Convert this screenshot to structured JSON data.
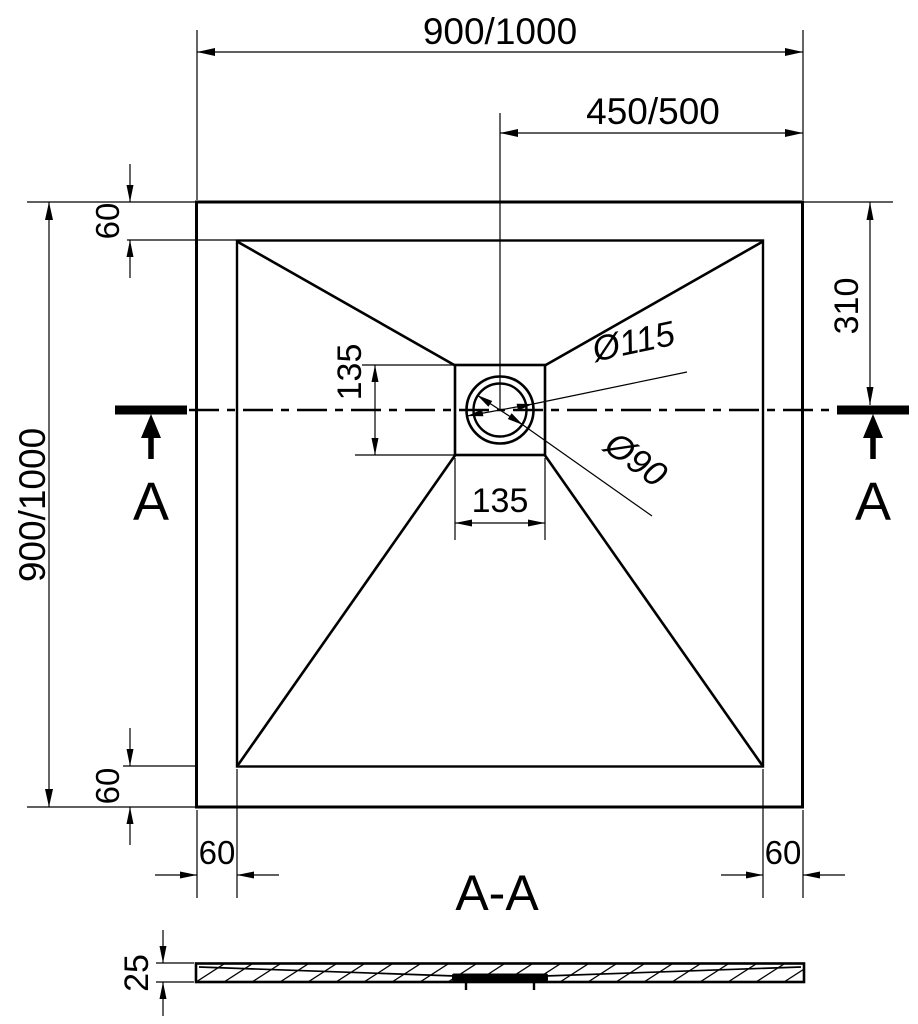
{
  "style": {
    "line_color": "#000000",
    "background": "#ffffff"
  },
  "plan": {
    "overall_width": "900/1000",
    "drain_offset_horizontal": "450/500",
    "overall_depth": "900/1000",
    "rim_top": "60",
    "rim_bottom": "60",
    "rim_left": "60",
    "rim_right": "60",
    "drain_offset_vertical": "310",
    "recess_width": "135",
    "recess_height": "135",
    "drain_outer_diameter": "Ø115",
    "drain_inner_diameter": "Ø90",
    "section_marker_left": "A",
    "section_marker_right": "A"
  },
  "section": {
    "title": "A-A",
    "tray_thickness": "25"
  }
}
